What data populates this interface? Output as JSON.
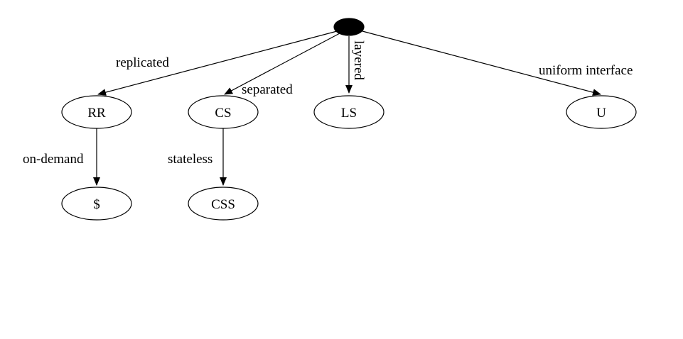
{
  "diagram": {
    "root": {
      "label": ""
    },
    "nodes": {
      "rr": {
        "label": "RR"
      },
      "cs": {
        "label": "CS"
      },
      "ls": {
        "label": "LS"
      },
      "u": {
        "label": "U"
      },
      "cache": {
        "label": "$"
      },
      "css": {
        "label": "CSS"
      }
    },
    "edges": {
      "root_rr": {
        "label": "replicated"
      },
      "root_cs": {
        "label": "separated"
      },
      "root_ls": {
        "label": "layered"
      },
      "root_u": {
        "label": "uniform interface"
      },
      "rr_cache": {
        "label": "on-demand"
      },
      "cs_css": {
        "label": "stateless"
      }
    }
  }
}
